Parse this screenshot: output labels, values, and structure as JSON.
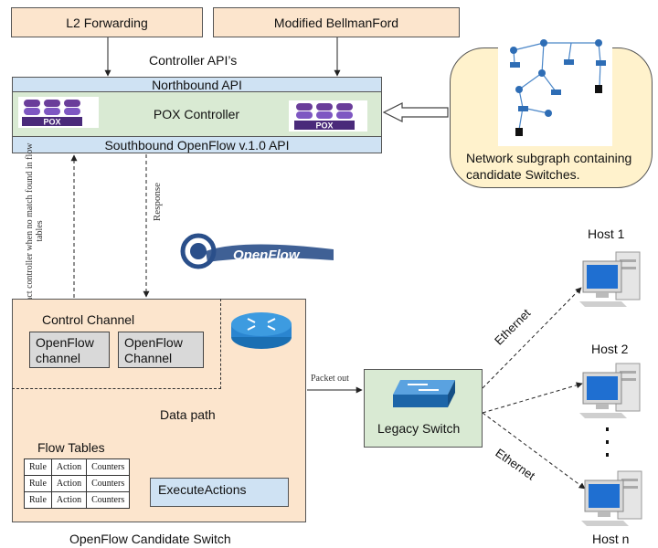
{
  "top_boxes": {
    "l2": "L2 Forwarding",
    "bellman": "Modified BellmanFord"
  },
  "controller_api_label": "Controller API’s",
  "controller": {
    "northbound": "Northbound API",
    "title": "POX Controller",
    "southbound": "Southbound OpenFlow v.1.0 API",
    "logo_text": "POX"
  },
  "network_subgraph_caption": "Network subgraph containing candidate Switches.",
  "arrows": {
    "contact_controller": "Contact controller when no match found in flow tables",
    "response": "Response",
    "packet_out": "Packet out",
    "ethernet_upper": "Ethernet",
    "ethernet_lower": "Ethernet"
  },
  "openflow_logo_text": "OpenFlow",
  "switch": {
    "control_channel": "Control Channel",
    "channel1": "OpenFlow channel",
    "channel2": "OpenFlow Channel",
    "data_path": "Data path",
    "flow_tables": "Flow Tables",
    "flow_rows": [
      [
        "Rule",
        "Action",
        "Counters"
      ],
      [
        "Rule",
        "Action",
        "Counters"
      ],
      [
        "Rule",
        "Action",
        "Counters"
      ]
    ],
    "execute_actions": "ExecuteActions",
    "caption": "OpenFlow Candidate Switch"
  },
  "legacy_switch": "Legacy Switch",
  "hosts": {
    "host1": "Host 1",
    "host2": "Host 2",
    "hostn": "Host n"
  },
  "colors": {
    "peach": "#fce5cd",
    "light_blue": "#cfe2f3",
    "light_green": "#d9ead3",
    "yellow": "#fff2cc",
    "grey": "#d9d9d9"
  }
}
